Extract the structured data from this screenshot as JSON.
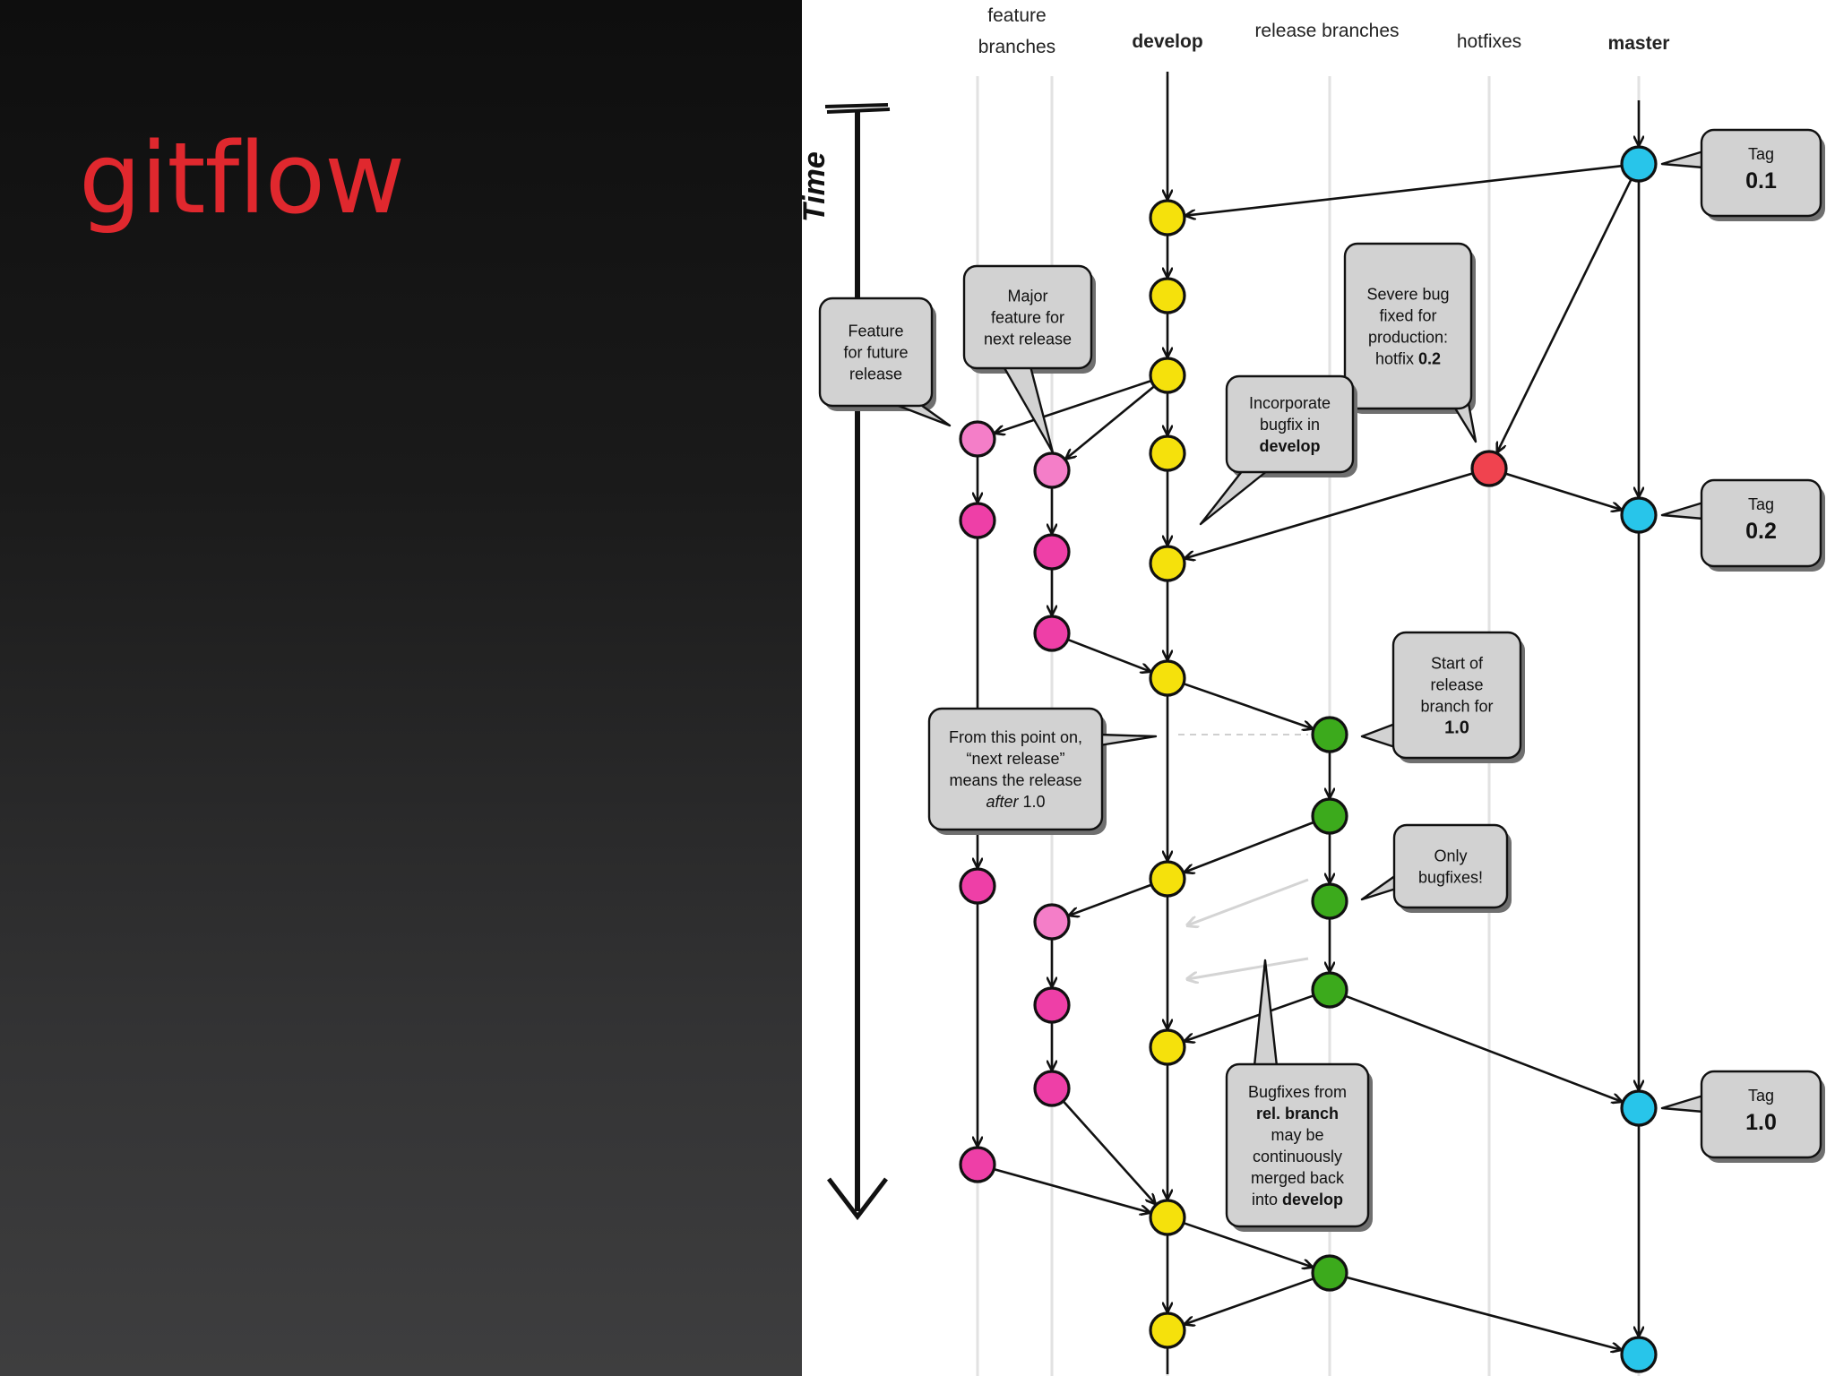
{
  "slide": {
    "title": "gitflow"
  },
  "lanes": {
    "feature": [
      "feature",
      "branches"
    ],
    "develop": "develop",
    "release": "release branches",
    "hotfixes": "hotfixes",
    "master": "master"
  },
  "time_label": "Time",
  "tags": [
    {
      "label": "Tag",
      "version": "0.1"
    },
    {
      "label": "Tag",
      "version": "0.2"
    },
    {
      "label": "Tag",
      "version": "1.0"
    }
  ],
  "callouts": {
    "feature_future": [
      "Feature",
      "for future",
      "release"
    ],
    "major_feature": [
      "Major",
      "feature for",
      "next release"
    ],
    "severe_bug": [
      "Severe bug",
      "fixed for",
      "production:",
      "hotfix 0.2"
    ],
    "incorporate": [
      "Incorporate",
      "bugfix in",
      "develop"
    ],
    "start_release": [
      "Start of",
      "release",
      "branch for",
      "1.0"
    ],
    "next_release": [
      "From this point on,",
      "“next release”",
      "means the release",
      "after 1.0"
    ],
    "only_bugfixes": [
      "Only",
      "bugfixes!"
    ],
    "bugfixes_from": [
      "Bugfixes from",
      "rel. branch",
      "may be",
      "continuously",
      "merged back",
      "into develop"
    ]
  },
  "colors": {
    "title": "#e0282e",
    "develop_commit": "#f5e10c",
    "feature_commit": "#ee3fa7",
    "feature_commit_light": "#f47ec8",
    "release_commit": "#3caa1c",
    "hotfix_commit": "#f0434f",
    "master_commit": "#28c5ea",
    "callout_fill": "#d2d2d2"
  }
}
